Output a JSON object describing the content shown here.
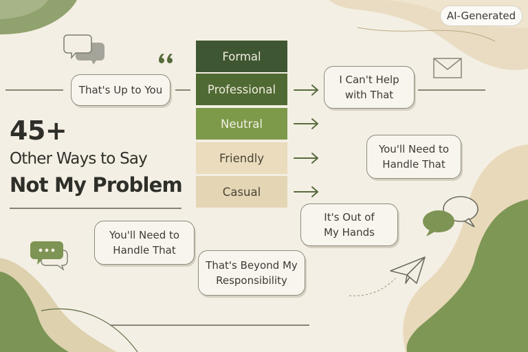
{
  "badge": {
    "text": "AI-Generated"
  },
  "title": {
    "line1": "45+",
    "line2": "Other Ways to Say",
    "line3": "Not My Problem"
  },
  "tones": [
    {
      "label": "Formal",
      "bg": "#3e5631",
      "fg": "#f1ede0"
    },
    {
      "label": "Professional",
      "bg": "#4f6a33",
      "fg": "#f1ede0"
    },
    {
      "label": "Neutral",
      "bg": "#7d9a4b",
      "fg": "#f3f0e2"
    },
    {
      "label": "Friendly",
      "bg": "#eadcbd",
      "fg": "#4a4436"
    },
    {
      "label": "Casual",
      "bg": "#e4d6b5",
      "fg": "#4a4436"
    }
  ],
  "bubbles": {
    "up_to_you": "That's Up to You",
    "cant_help_1": "I Can't Help",
    "cant_help_2": "with That",
    "need_handle_right_1": "You'll Need to",
    "need_handle_right_2": "Handle That",
    "out_of_hands_1": "It's Out of",
    "out_of_hands_2": "My Hands",
    "need_handle_left_1": "You'll Need to",
    "need_handle_left_2": "Handle That",
    "beyond_1": "That's Beyond My",
    "beyond_2": "Responsibility"
  },
  "icons": {
    "quote": "quote-icon",
    "chat_top": "chat-bubbles-icon",
    "mail": "envelope-icon",
    "chat_left": "chat-dots-icon",
    "chat_right": "chat-bubbles-icon",
    "plane": "paper-plane-icon"
  },
  "colors": {
    "dark_green": "#3e5631",
    "mid_green": "#4f6a33",
    "light_green": "#7d9a4b",
    "sand": "#e4d6b5",
    "arrow": "#556b3b"
  }
}
